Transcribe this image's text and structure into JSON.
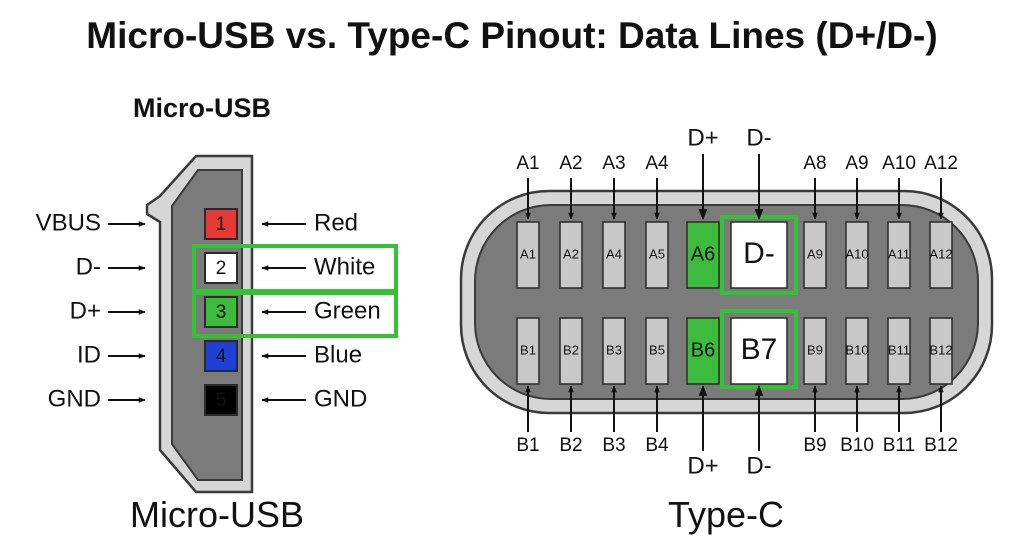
{
  "title": "Micro-USB vs. Type-C Pinout: Data Lines (D+/D-)",
  "micro": {
    "heading": "Micro-USB",
    "caption": "Micro-USB",
    "pins": [
      {
        "num": "1",
        "signal": "VBUS",
        "color": "Red",
        "fill": "#e53935"
      },
      {
        "num": "2",
        "signal": "D-",
        "color": "White",
        "fill": "#ffffff",
        "highlight": true
      },
      {
        "num": "3",
        "signal": "D+",
        "color": "Green",
        "fill": "#3dbb3d",
        "highlight": true
      },
      {
        "num": "4",
        "signal": "ID",
        "color": "Blue",
        "fill": "#1e40d8"
      },
      {
        "num": "5",
        "signal": "GND",
        "color": "GND",
        "fill": "#000000"
      }
    ]
  },
  "typec": {
    "caption": "Type-C",
    "top_data_labels": [
      "D+",
      "D-"
    ],
    "bottom_data_labels": [
      "D+",
      "D-"
    ],
    "row_a": [
      {
        "outer": "A1",
        "inner": "A1"
      },
      {
        "outer": "A2",
        "inner": "A2"
      },
      {
        "outer": "A3",
        "inner": "A4"
      },
      {
        "outer": "A4",
        "inner": "A5"
      },
      {
        "outer": "",
        "inner": "A6",
        "kind": "green"
      },
      {
        "outer": "",
        "inner": "D-",
        "kind": "white"
      },
      {
        "outer": "A8",
        "inner": "A9"
      },
      {
        "outer": "A9",
        "inner": "A10"
      },
      {
        "outer": "A10",
        "inner": "A11"
      },
      {
        "outer": "A12",
        "inner": "A12"
      }
    ],
    "row_b": [
      {
        "outer": "B1",
        "inner": "B1"
      },
      {
        "outer": "B2",
        "inner": "B2"
      },
      {
        "outer": "B3",
        "inner": "B3"
      },
      {
        "outer": "B4",
        "inner": "B5"
      },
      {
        "outer": "",
        "inner": "B6",
        "kind": "green"
      },
      {
        "outer": "",
        "inner": "B7",
        "kind": "white"
      },
      {
        "outer": "B9",
        "inner": "B9"
      },
      {
        "outer": "B10",
        "inner": "B10"
      },
      {
        "outer": "B11",
        "inner": "B11"
      },
      {
        "outer": "B12",
        "inner": "B12"
      }
    ]
  },
  "colors": {
    "highlight": "#34c134",
    "pin_gray": "#c8c8c8",
    "body_gray": "#7b7b7b",
    "shell_gray": "#d6d6d6",
    "outline": "#3a3a3a"
  },
  "icons": {
    "arrow": "arrow-icon"
  }
}
